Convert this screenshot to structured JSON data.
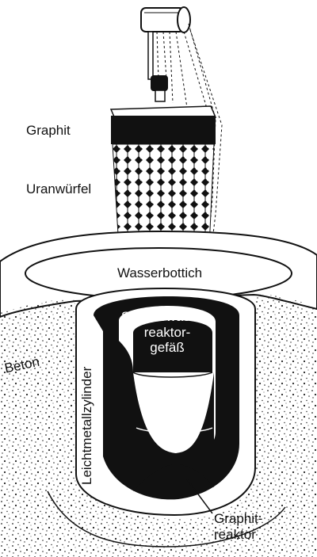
{
  "labels": {
    "graphit": "Graphit",
    "uranwuerfel": "Uranwürfel",
    "wasserbottich": "Wasserbottich",
    "beton": "Beton",
    "schwerwasser_line1": "Schwerwasser-",
    "schwerwasser_line2": "reaktor-",
    "schwerwasser_line3": "gefäß",
    "leichtmetallzylinder": "Leichtmetallzylinder",
    "graphitreaktor_line1": "Graphit-",
    "graphitreaktor_line2": "reaktor"
  },
  "colors": {
    "ink": "#111111",
    "paper": "#ffffff"
  }
}
